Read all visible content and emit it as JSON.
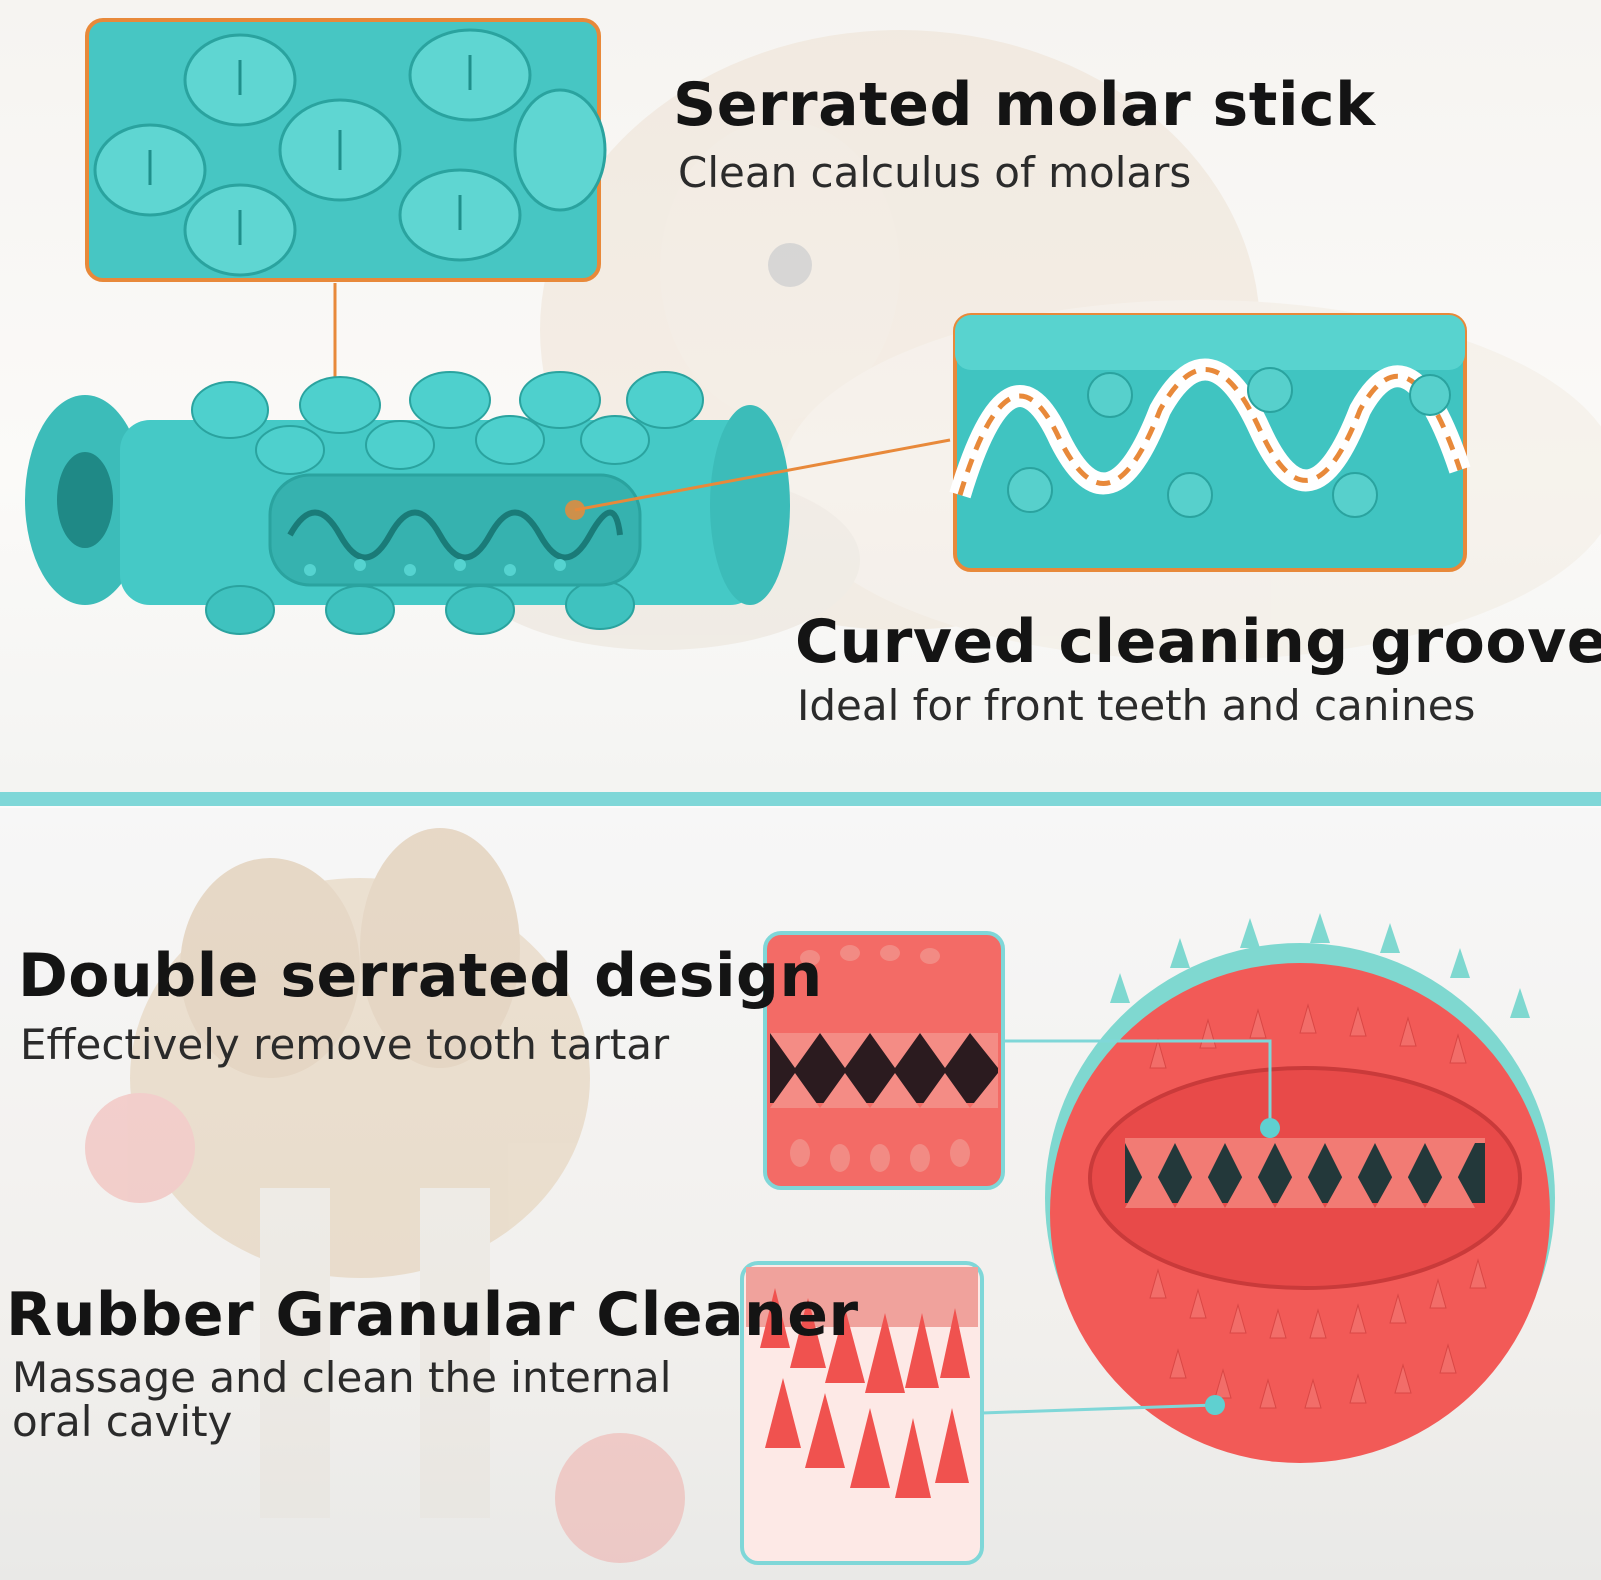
{
  "colors": {
    "teal": "#45c9c6",
    "teal_dark": "#2aa9a6",
    "orange_callout": "#e8893a",
    "coral": "#f05a5a",
    "coral_light": "#f58a82",
    "divider": "#7fd7d8"
  },
  "top": {
    "feature1": {
      "title": "Serrated molar stick",
      "subtitle": "Clean calculus of molars"
    },
    "feature2": {
      "title": "Curved cleaning groove",
      "subtitle": "Ideal for front teeth and canines"
    }
  },
  "bottom": {
    "feature3": {
      "title": "Double serrated design",
      "subtitle": "Effectively remove tooth tartar"
    },
    "feature4": {
      "title": "Rubber Granular Cleaner",
      "subtitle": "Massage and clean the internal oral cavity"
    }
  }
}
